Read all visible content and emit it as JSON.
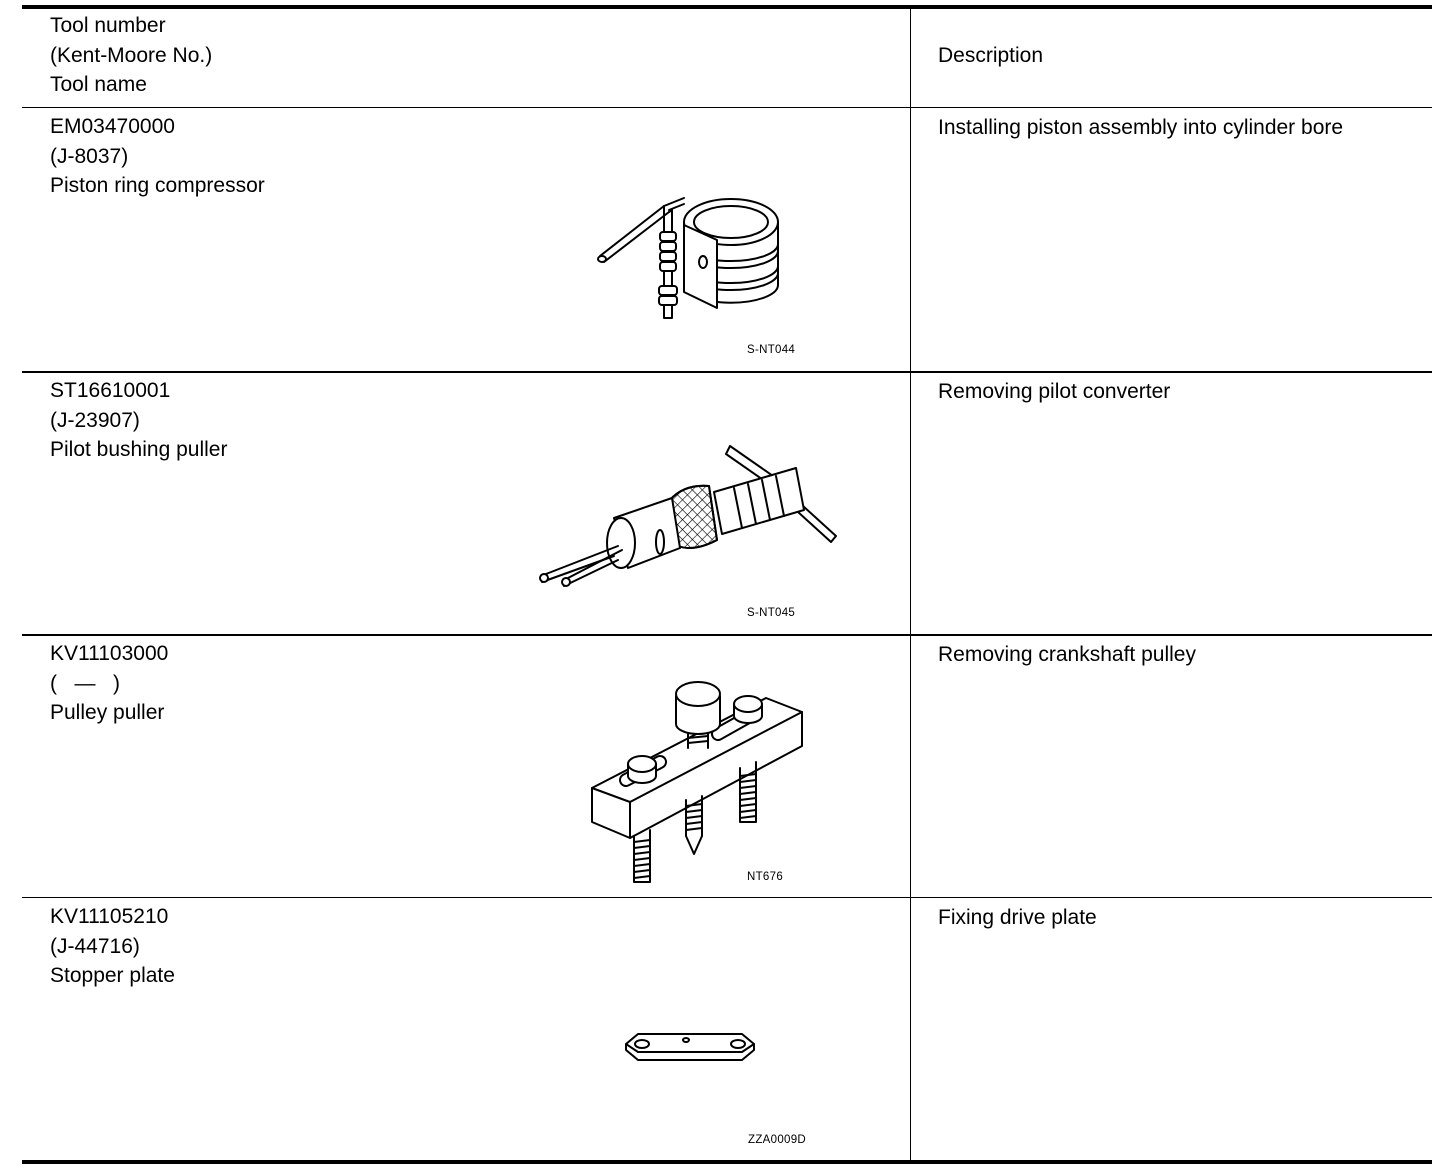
{
  "header": {
    "tool_lines": [
      "Tool number",
      "(Kent-Moore No.)",
      "Tool name"
    ],
    "description": "Description"
  },
  "rows": [
    {
      "tool_number": "EM03470000",
      "kent_moore": "(J-8037)",
      "tool_name": "Piston ring compressor",
      "description": "Installing piston assembly into cylinder bore",
      "figure_code": "S-NT044",
      "figure_icon": "piston-ring-compressor-illustration"
    },
    {
      "tool_number": "ST16610001",
      "kent_moore": "(J-23907)",
      "tool_name": "Pilot bushing puller",
      "description": "Removing pilot converter",
      "figure_code": "S-NT045",
      "figure_icon": "pilot-bushing-puller-illustration"
    },
    {
      "tool_number": "KV11103000",
      "kent_moore": "(   —   )",
      "tool_name": "Pulley puller",
      "description": "Removing crankshaft pulley",
      "figure_code": "NT676",
      "figure_icon": "pulley-puller-illustration"
    },
    {
      "tool_number": "KV11105210",
      "kent_moore": "(J-44716)",
      "tool_name": "Stopper plate",
      "description": "Fixing drive plate",
      "figure_code": "ZZA0009D",
      "figure_icon": "stopper-plate-illustration"
    }
  ]
}
